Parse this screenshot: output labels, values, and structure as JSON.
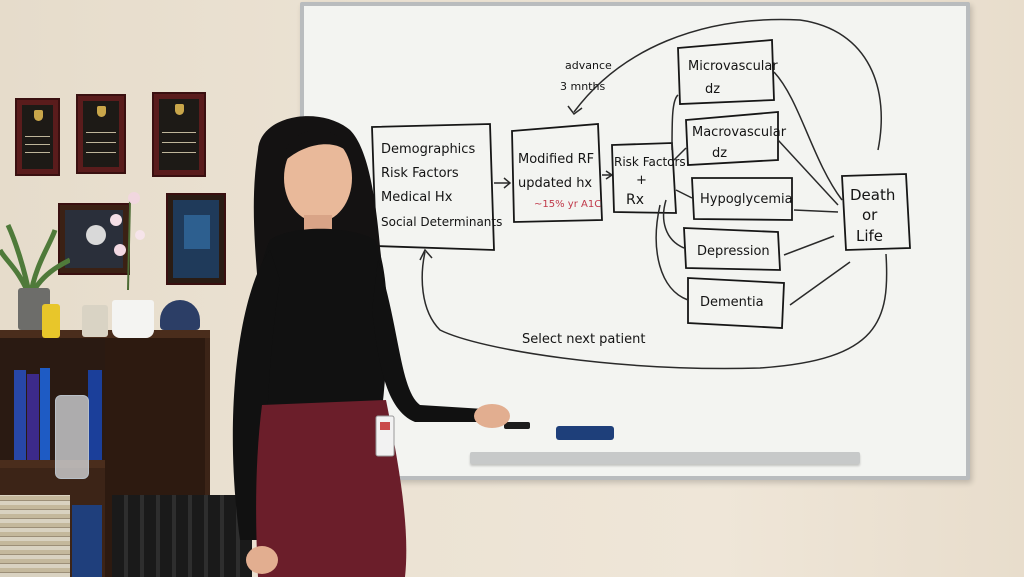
{
  "scene": {
    "description_colors": {
      "wall": "#ebe1d1",
      "whiteboard": "#f3f4f1",
      "sweater": "#111111",
      "skirt": "#6b1e2a",
      "plaque_frame": "#5a1c1c"
    }
  },
  "whiteboard": {
    "box1": {
      "line1": "Demographics",
      "line2": "Risk Factors",
      "line3": "Medical Hx",
      "line4": "Social Determinants"
    },
    "box2": {
      "line1": "Modified RF",
      "line2": "updated hx",
      "note": "~15% yr A1C"
    },
    "box3": {
      "line1": "Risk Factors",
      "line2": "+",
      "line3": "Rx"
    },
    "outcomes": {
      "microvascular": [
        "Microvascular",
        "dz"
      ],
      "macrovascular": [
        "Macrovascular",
        "dz"
      ],
      "hypoglycemia": "Hypoglycemia",
      "depression": "Depression",
      "dementia": "Dementia"
    },
    "final": [
      "Death",
      "or",
      "Life"
    ],
    "advance": [
      "advance",
      "3 mnths"
    ],
    "loop_label": "Select next patient"
  },
  "icons": {
    "marker": "marker-icon",
    "eraser": "eraser-icon",
    "badge": "id-badge-icon"
  }
}
